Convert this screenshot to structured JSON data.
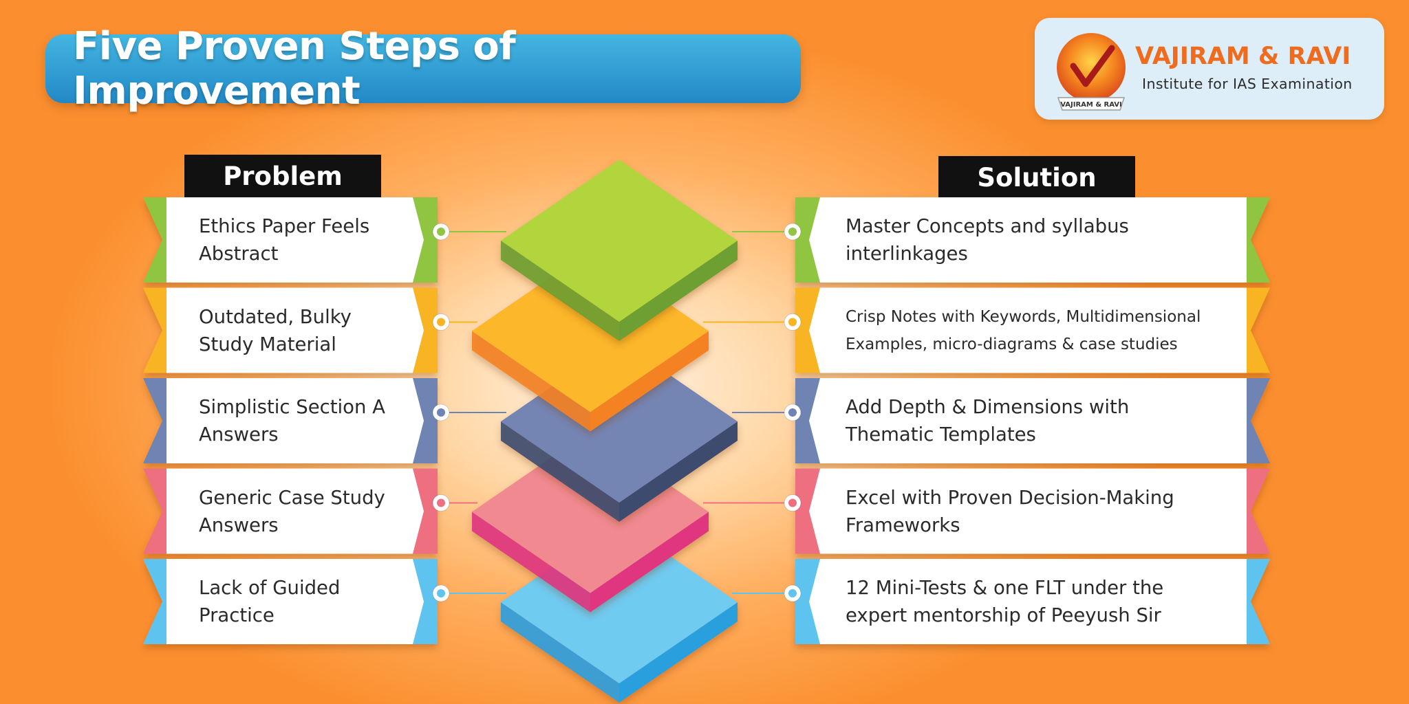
{
  "title": "Five Proven Steps of Improvement",
  "logo": {
    "name": "VAJIRAM & RAVI",
    "tagline": "Institute for IAS Examination",
    "seal_text": "VAJIRAM & RAVI",
    "mark_color": "#ef6b1d"
  },
  "headers": {
    "problem": "Problem",
    "solution": "Solution"
  },
  "steps": [
    {
      "color": "#8fc540",
      "top_color": "#b2d43d",
      "side_color": "#6e9f30",
      "problem": [
        "Ethics Paper Feels",
        "Abstract"
      ],
      "solution": [
        "Master Concepts and syllabus",
        "interlinkages"
      ]
    },
    {
      "color": "#f8b421",
      "top_color": "#fcb72a",
      "side_color": "#f58222",
      "problem": [
        "Outdated, Bulky",
        "Study Material"
      ],
      "solution": [
        "Crisp Notes with Keywords, Multidimensional",
        "Examples, micro-diagrams & case studies"
      ]
    },
    {
      "color": "#6f84b4",
      "top_color": "#7485b3",
      "side_color": "#3d4b6e",
      "problem": [
        "Simplistic Section A",
        "Answers"
      ],
      "solution": [
        "Add Depth & Dimensions with",
        "Thematic Templates"
      ]
    },
    {
      "color": "#ee6f80",
      "top_color": "#f08a90",
      "side_color": "#e0357f",
      "problem": [
        "Generic Case Study",
        "Answers"
      ],
      "solution": [
        "Excel with Proven Decision-Making",
        "Frameworks"
      ]
    },
    {
      "color": "#5fc3ef",
      "top_color": "#6fcbf1",
      "side_color": "#2a9fde",
      "problem": [
        "Lack of Guided",
        "Practice"
      ],
      "solution": [
        "12 Mini-Tests & one FLT under the",
        "expert mentorship of Peeyush Sir"
      ]
    }
  ]
}
